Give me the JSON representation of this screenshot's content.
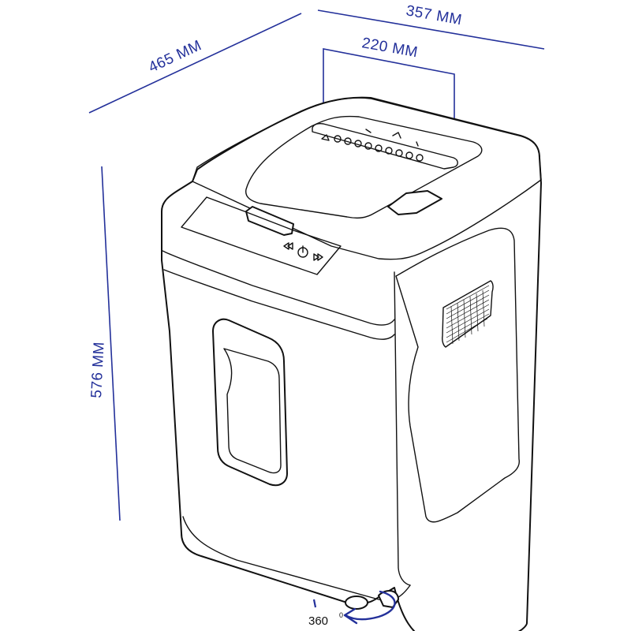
{
  "dimensions": {
    "depth": "465 MM",
    "width": "357 MM",
    "opening": "220 MM",
    "height": "576 MM"
  },
  "rotation": {
    "value": "360",
    "unit": "0"
  },
  "colors": {
    "dimension": "#23309a",
    "outline": "#111111",
    "background": "#ffffff"
  },
  "icons": {
    "reverse": "reverse-icon",
    "power": "power-icon",
    "forward": "forward-icon"
  }
}
